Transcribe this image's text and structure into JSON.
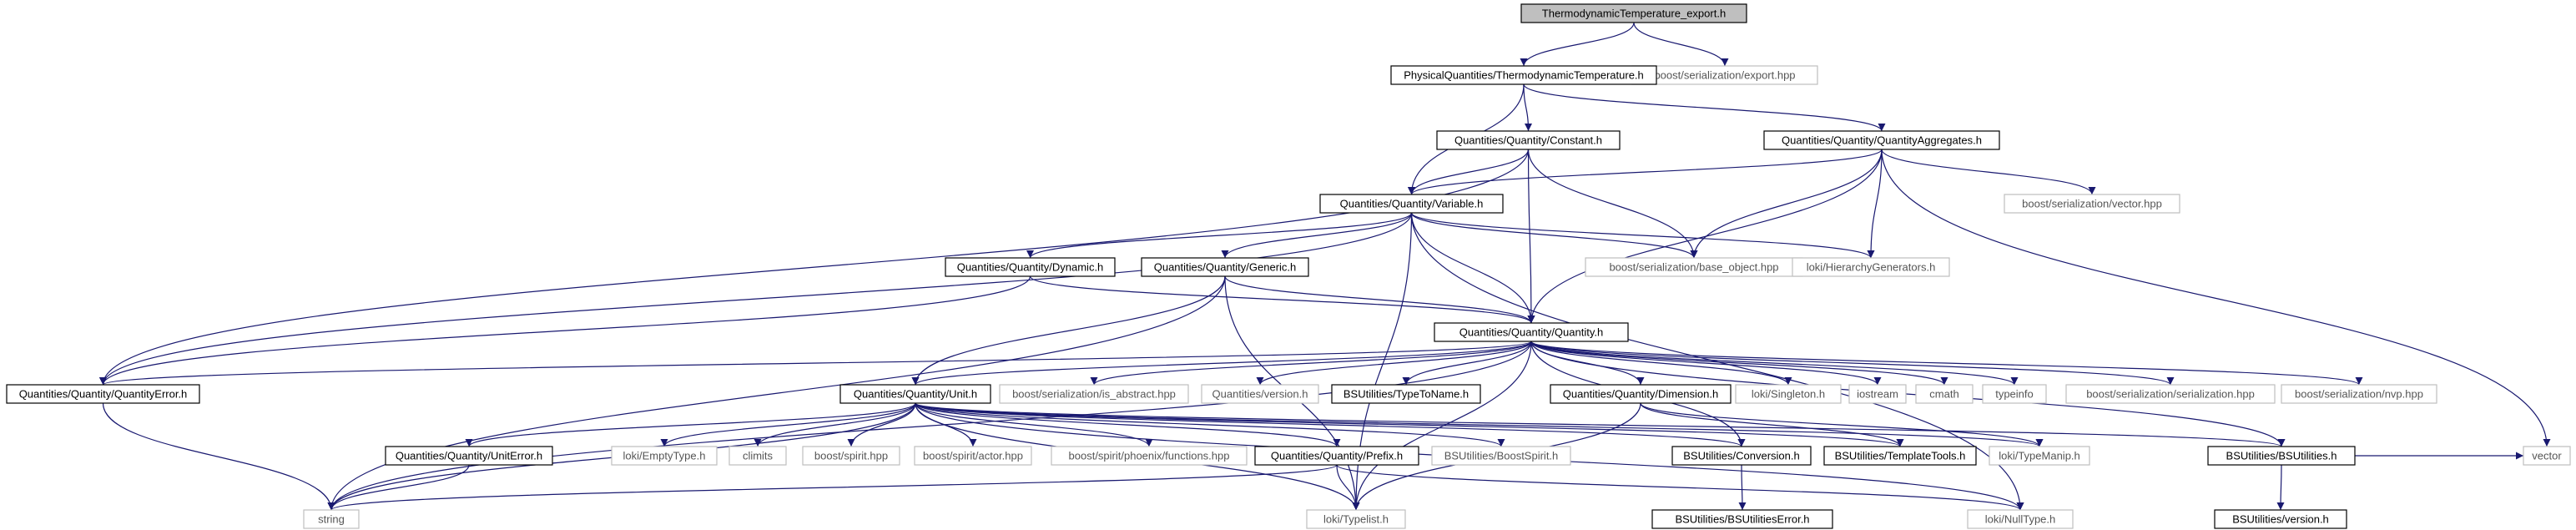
{
  "nodes": {
    "root": {
      "label": "ThermodynamicTemperature_export.h",
      "style": "root"
    },
    "bs_export": {
      "label": "boost/serialization/export.hpp",
      "style": "ext"
    },
    "pq_tt": {
      "label": "PhysicalQuantities/ThermodynamicTemperature.h",
      "style": "doc"
    },
    "q_const": {
      "label": "Quantities/Quantity/Constant.h",
      "style": "doc"
    },
    "q_agg": {
      "label": "Quantities/Quantity/QuantityAggregates.h",
      "style": "doc"
    },
    "bs_vector": {
      "label": "boost/serialization/vector.hpp",
      "style": "ext"
    },
    "q_var": {
      "label": "Quantities/Quantity/Variable.h",
      "style": "doc"
    },
    "bs_base": {
      "label": "boost/serialization/base_object.hpp",
      "style": "ext"
    },
    "loki_hier": {
      "label": "loki/HierarchyGenerators.h",
      "style": "ext"
    },
    "q_dyn": {
      "label": "Quantities/Quantity/Dynamic.h",
      "style": "doc"
    },
    "q_gen": {
      "label": "Quantities/Quantity/Generic.h",
      "style": "doc"
    },
    "q_qty": {
      "label": "Quantities/Quantity/Quantity.h",
      "style": "doc"
    },
    "q_err": {
      "label": "Quantities/Quantity/QuantityError.h",
      "style": "doc"
    },
    "q_unit": {
      "label": "Quantities/Quantity/Unit.h",
      "style": "doc"
    },
    "bs_abs": {
      "label": "boost/serialization/is_abstract.hpp",
      "style": "ext"
    },
    "q_ver": {
      "label": "Quantities/version.h",
      "style": "ext"
    },
    "bsu_ttn": {
      "label": "BSUtilities/TypeToName.h",
      "style": "doc"
    },
    "q_dim": {
      "label": "Quantities/Quantity/Dimension.h",
      "style": "doc"
    },
    "loki_single": {
      "label": "loki/Singleton.h",
      "style": "ext"
    },
    "iostream": {
      "label": "iostream",
      "style": "ext"
    },
    "cmath": {
      "label": "cmath",
      "style": "ext"
    },
    "typeinfo": {
      "label": "typeinfo",
      "style": "ext"
    },
    "bs_ser": {
      "label": "boost/serialization/serialization.hpp",
      "style": "ext"
    },
    "bs_nvp": {
      "label": "boost/serialization/nvp.hpp",
      "style": "ext"
    },
    "q_uerr": {
      "label": "Quantities/Quantity/UnitError.h",
      "style": "doc"
    },
    "loki_empty": {
      "label": "loki/EmptyType.h",
      "style": "ext"
    },
    "climits": {
      "label": "climits",
      "style": "ext"
    },
    "b_spirit": {
      "label": "boost/spirit.hpp",
      "style": "ext"
    },
    "b_actor": {
      "label": "boost/spirit/actor.hpp",
      "style": "ext"
    },
    "b_phoenix": {
      "label": "boost/spirit/phoenix/functions.hpp",
      "style": "ext"
    },
    "q_prefix": {
      "label": "Quantities/Quantity/Prefix.h",
      "style": "doc"
    },
    "bsu_spirit": {
      "label": "BSUtilities/BoostSpirit.h",
      "style": "ext"
    },
    "bsu_conv": {
      "label": "BSUtilities/Conversion.h",
      "style": "doc"
    },
    "bsu_tt": {
      "label": "BSUtilities/TemplateTools.h",
      "style": "doc"
    },
    "loki_tm": {
      "label": "loki/TypeManip.h",
      "style": "ext"
    },
    "bsu_bsu": {
      "label": "BSUtilities/BSUtilities.h",
      "style": "doc"
    },
    "vector": {
      "label": "vector",
      "style": "ext"
    },
    "string": {
      "label": "string",
      "style": "ext"
    },
    "loki_tl": {
      "label": "loki/Typelist.h",
      "style": "ext"
    },
    "loki_null": {
      "label": "loki/NullType.h",
      "style": "ext"
    },
    "bsu_err": {
      "label": "BSUtilities/BSUtilitiesError.h",
      "style": "doc"
    },
    "bsu_ver": {
      "label": "BSUtilities/version.h",
      "style": "doc"
    }
  },
  "edges": [
    [
      "root",
      "pq_tt"
    ],
    [
      "root",
      "bs_export"
    ],
    [
      "pq_tt",
      "q_const"
    ],
    [
      "pq_tt",
      "q_agg"
    ],
    [
      "pq_tt",
      "q_var"
    ],
    [
      "q_const",
      "q_var"
    ],
    [
      "q_const",
      "q_qty"
    ],
    [
      "q_const",
      "bs_base"
    ],
    [
      "q_const",
      "q_err"
    ],
    [
      "q_agg",
      "q_var"
    ],
    [
      "q_agg",
      "bs_vector"
    ],
    [
      "q_agg",
      "bs_base"
    ],
    [
      "q_agg",
      "loki_hier"
    ],
    [
      "q_agg",
      "q_qty"
    ],
    [
      "q_agg",
      "vector"
    ],
    [
      "q_var",
      "q_dyn"
    ],
    [
      "q_var",
      "q_gen"
    ],
    [
      "q_var",
      "q_qty"
    ],
    [
      "q_var",
      "bs_base"
    ],
    [
      "q_var",
      "loki_hier"
    ],
    [
      "q_var",
      "q_err"
    ],
    [
      "q_var",
      "loki_tl"
    ],
    [
      "q_var",
      "loki_null"
    ],
    [
      "q_dyn",
      "q_qty"
    ],
    [
      "q_dyn",
      "q_err"
    ],
    [
      "q_gen",
      "q_qty"
    ],
    [
      "q_gen",
      "q_unit"
    ],
    [
      "q_gen",
      "string"
    ],
    [
      "q_gen",
      "loki_tl"
    ],
    [
      "q_qty",
      "q_err"
    ],
    [
      "q_qty",
      "q_unit"
    ],
    [
      "q_qty",
      "bs_abs"
    ],
    [
      "q_qty",
      "q_ver"
    ],
    [
      "q_qty",
      "bsu_ttn"
    ],
    [
      "q_qty",
      "q_dim"
    ],
    [
      "q_qty",
      "loki_single"
    ],
    [
      "q_qty",
      "iostream"
    ],
    [
      "q_qty",
      "cmath"
    ],
    [
      "q_qty",
      "typeinfo"
    ],
    [
      "q_qty",
      "bs_ser"
    ],
    [
      "q_qty",
      "bs_nvp"
    ],
    [
      "q_qty",
      "string"
    ],
    [
      "q_qty",
      "bsu_bsu"
    ],
    [
      "q_qty",
      "bsu_conv"
    ],
    [
      "q_qty",
      "loki_tl"
    ],
    [
      "q_err",
      "string"
    ],
    [
      "q_unit",
      "q_uerr"
    ],
    [
      "q_unit",
      "loki_empty"
    ],
    [
      "q_unit",
      "climits"
    ],
    [
      "q_unit",
      "b_spirit"
    ],
    [
      "q_unit",
      "b_actor"
    ],
    [
      "q_unit",
      "b_phoenix"
    ],
    [
      "q_unit",
      "q_prefix"
    ],
    [
      "q_unit",
      "bsu_spirit"
    ],
    [
      "q_unit",
      "bsu_conv"
    ],
    [
      "q_unit",
      "bsu_tt"
    ],
    [
      "q_unit",
      "loki_tm"
    ],
    [
      "q_unit",
      "bsu_bsu"
    ],
    [
      "q_unit",
      "string"
    ],
    [
      "q_unit",
      "loki_tl"
    ],
    [
      "q_unit",
      "loki_null"
    ],
    [
      "q_dim",
      "bsu_tt"
    ],
    [
      "q_dim",
      "loki_tm"
    ],
    [
      "q_dim",
      "loki_tl"
    ],
    [
      "q_uerr",
      "string"
    ],
    [
      "q_prefix",
      "string"
    ],
    [
      "q_prefix",
      "loki_tl"
    ],
    [
      "q_prefix",
      "loki_null"
    ],
    [
      "bsu_conv",
      "bsu_err"
    ],
    [
      "bsu_bsu",
      "bsu_ver"
    ],
    [
      "bsu_bsu",
      "vector"
    ]
  ]
}
